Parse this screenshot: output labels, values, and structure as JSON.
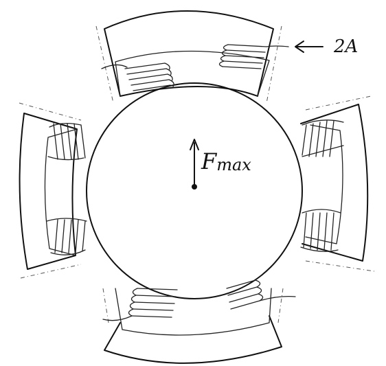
{
  "labels": {
    "current": "2A",
    "force_symbol": "F",
    "force_subscript": "max"
  },
  "colors": {
    "ink": "#111111",
    "background": "#ffffff"
  }
}
